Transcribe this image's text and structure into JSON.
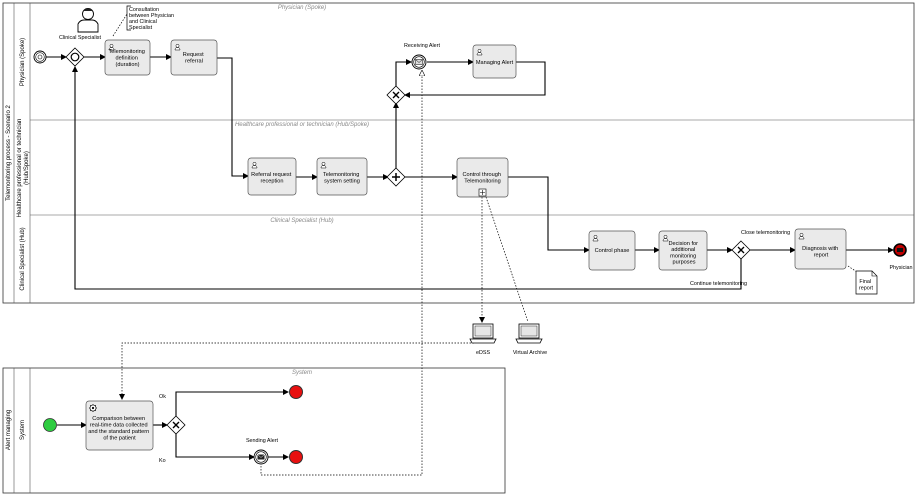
{
  "pools": {
    "telemonitoring": {
      "title": "Telemonitoring process - Scenario 2",
      "lanes": [
        {
          "label": "Physician (Spoke)",
          "subtitle": "Physician (Spoke)"
        },
        {
          "label": "Healthcare professional or technician (Hub/Spoke)",
          "subtitle": "Healthcare professional or technician (Hub/Spoke)"
        },
        {
          "label": "Clinical Specialist (Hub)",
          "subtitle": "Clinical Specialist (Hub)"
        }
      ]
    },
    "alert": {
      "title": "Alert managing",
      "lane": {
        "label": "System",
        "subtitle": "System"
      }
    }
  },
  "actors": {
    "clinical_specialist": "Clinical Specialist",
    "physician": "Physician"
  },
  "annotation": [
    "Consultation",
    "between Physician",
    "and Clinical",
    "Specialist"
  ],
  "tasks": {
    "telemonitoring_definition": [
      "Telemonitoring",
      "definition",
      "(duration)"
    ],
    "request_referral": [
      "Request",
      "referral"
    ],
    "managing_alert": [
      "Managing Alert"
    ],
    "referral_request_reception": [
      "Referral request",
      "reception"
    ],
    "telemonitoring_system_setting": [
      "Telemonitoring",
      "system setting"
    ],
    "control_through_telemonitoring": [
      "Control through",
      "Telemonitoring"
    ],
    "control_phase": [
      "Control phase"
    ],
    "decision": [
      "Decision for",
      "additional",
      "monitoring",
      "purposes"
    ],
    "diagnosis": [
      "Diagnosis with",
      "report"
    ],
    "comparison": [
      "Comparison between",
      "real-time data collected",
      "and the standard pattern",
      "of the patient"
    ]
  },
  "events": {
    "receiving_alert": "Receiving Alert",
    "sending_alert": "Sending Alert"
  },
  "flow_labels": {
    "close": "Close telemonitoring",
    "continue": "Continue telemonitoring",
    "ok": "Ok",
    "ko": "Ko"
  },
  "artifacts": {
    "final_report": [
      "Final",
      "report"
    ],
    "dss": "eDSS",
    "archive": "Virtual Archive"
  }
}
